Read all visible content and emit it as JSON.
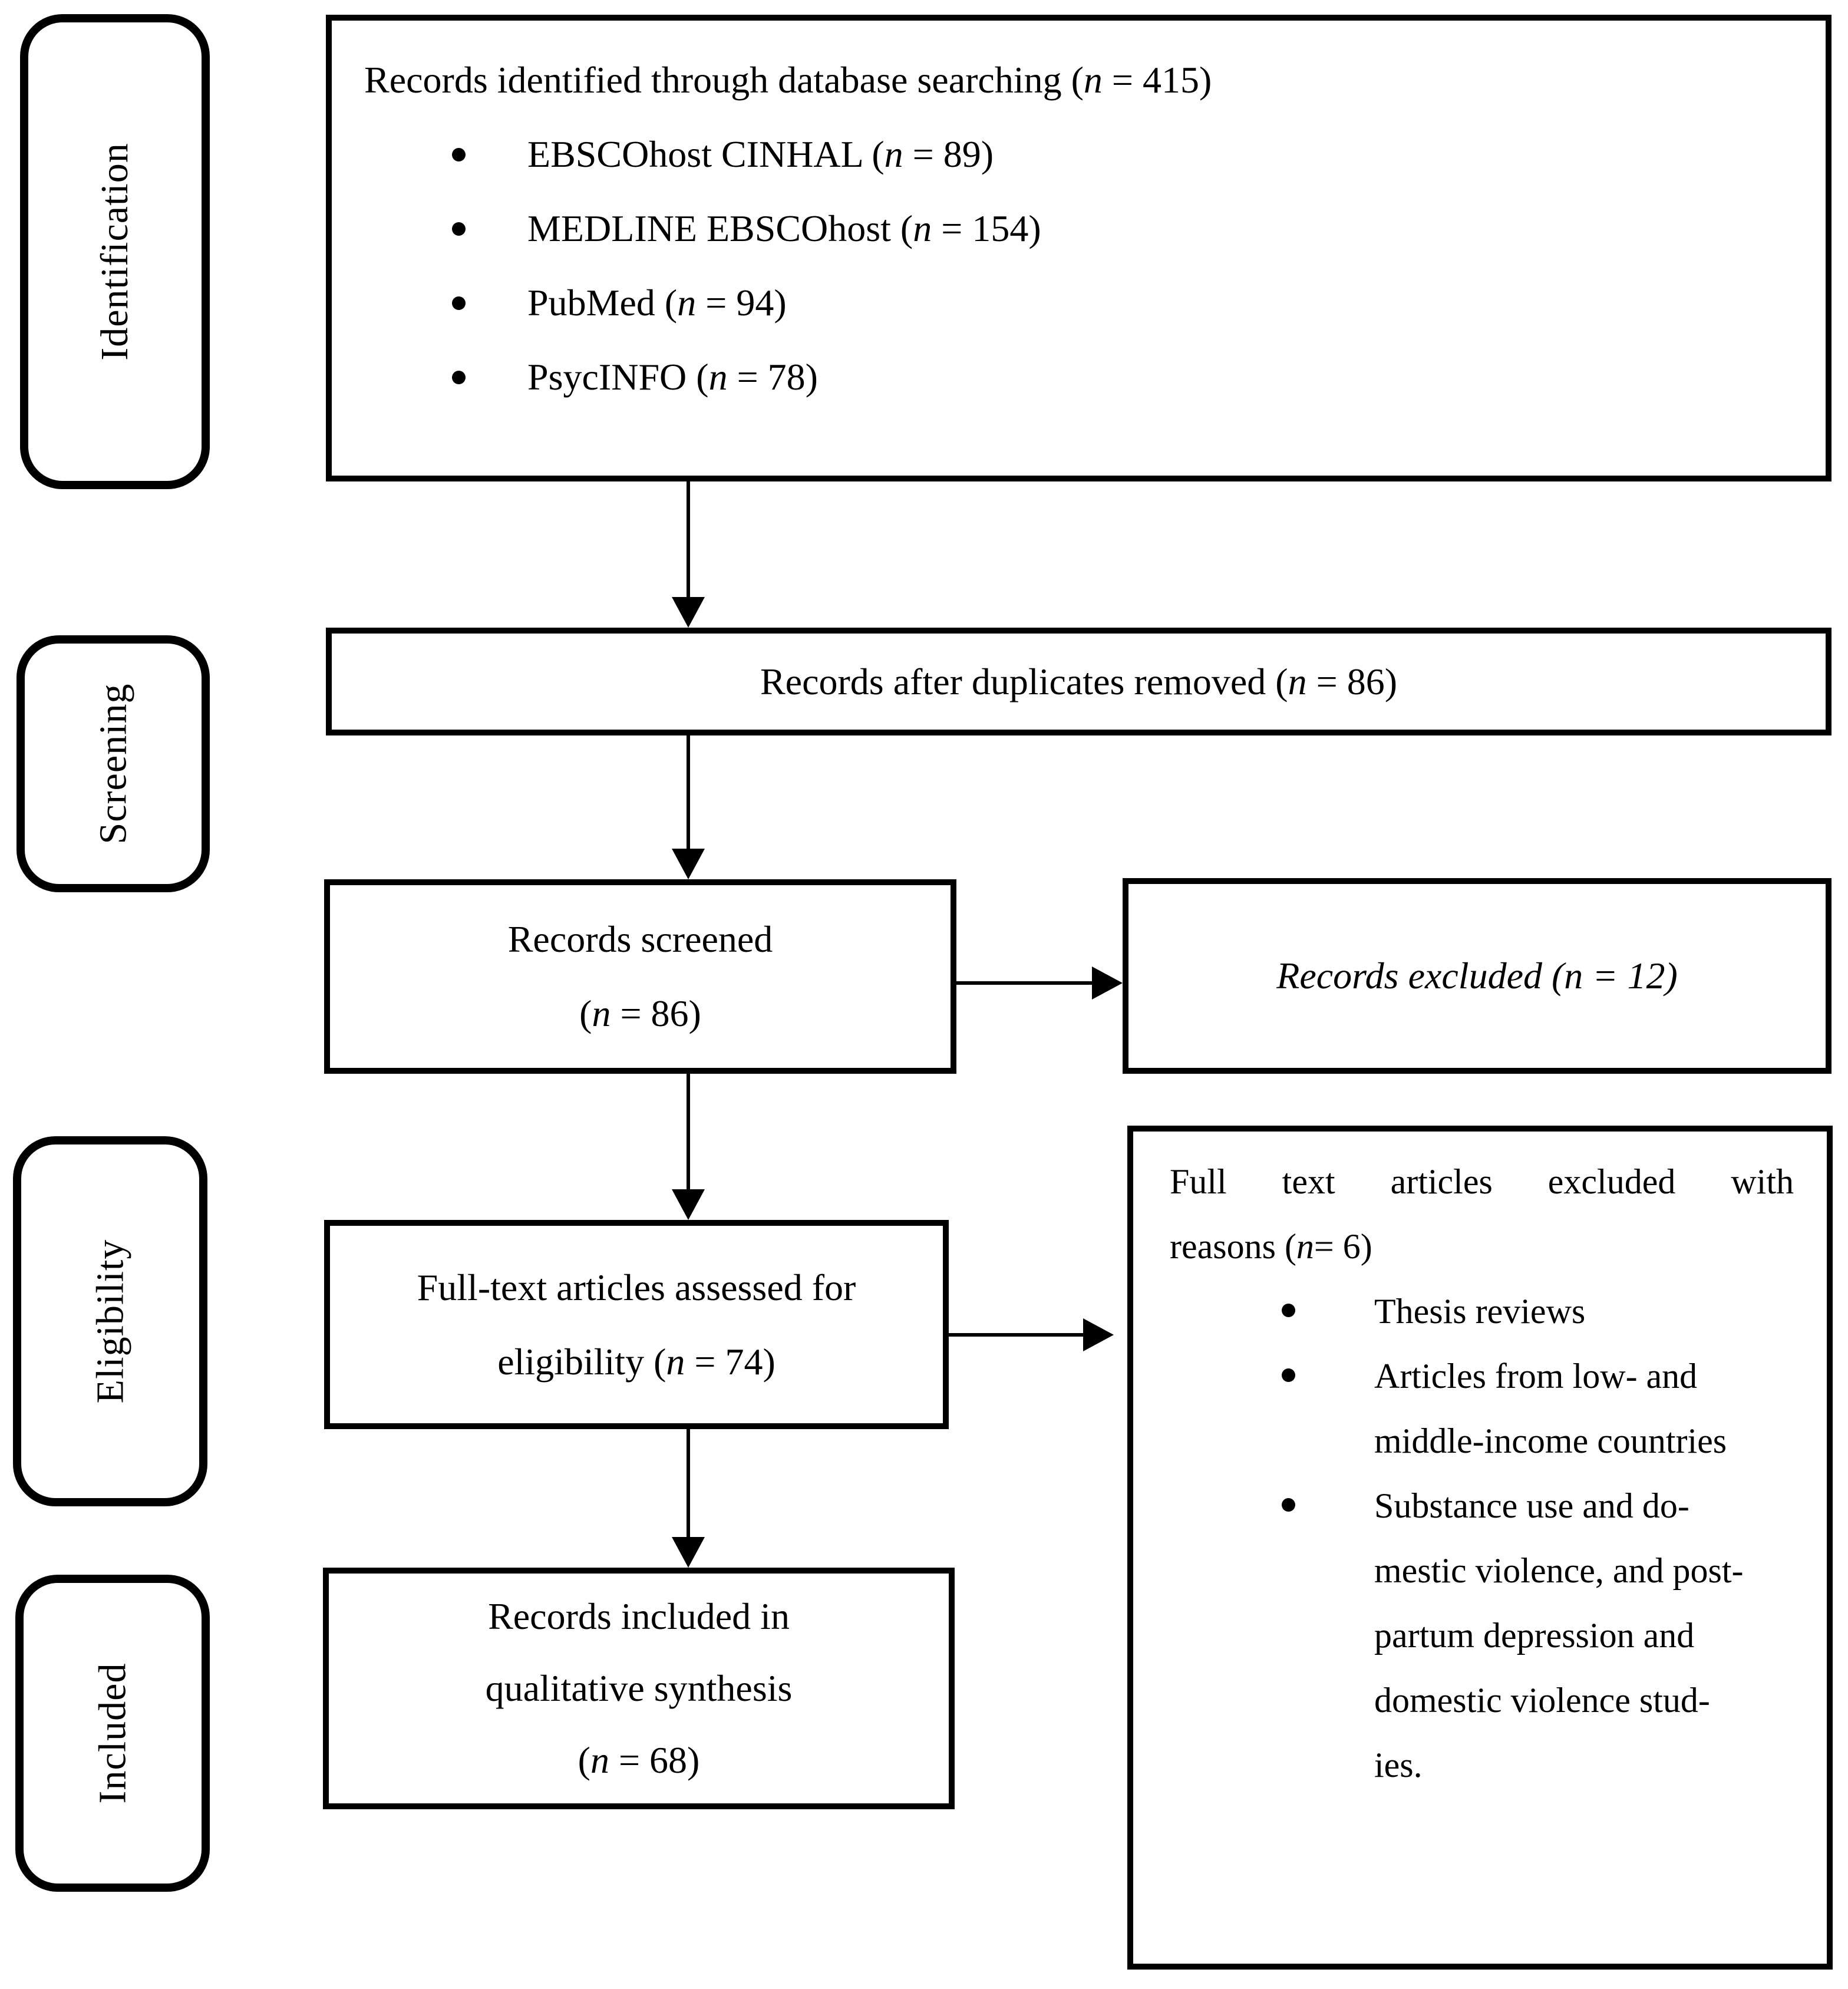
{
  "colors": {
    "line": "#000000",
    "background": "#ffffff"
  },
  "stages": [
    {
      "label": "Identification"
    },
    {
      "label": "Screening"
    },
    {
      "label": "Eligibility"
    },
    {
      "label": "Included"
    }
  ],
  "id_box": {
    "title": "Records identified through database searching (n = 415)",
    "bullets": [
      "EBSCOhost CINHAL (n = 89)",
      "MEDLINE EBSCOhost (n = 154)",
      "PubMed (n = 94)",
      "PsycINFO (n = 78)"
    ]
  },
  "duplicates_box": {
    "text": "Records after duplicates removed (n = 86)"
  },
  "screened_box": {
    "line1": "Records screened",
    "line2": "(n = 86)"
  },
  "excluded_box": {
    "text": "Records excluded (n = 12)"
  },
  "fulltext_box": {
    "line1": "Full-text articles assessed for",
    "line2": "eligibility (n = 74)"
  },
  "reasons_box": {
    "title_line1": "Full text articles excluded with",
    "title_line2": "reasons (n= 6)",
    "bullets": [
      {
        "lines": [
          "Thesis reviews"
        ]
      },
      {
        "lines": [
          "Articles from low- and",
          "middle-income countries"
        ]
      },
      {
        "lines": [
          "Substance use and do-",
          "mestic violence, and post-",
          "partum depression and",
          "domestic violence stud-",
          "ies."
        ]
      }
    ]
  },
  "included_box": {
    "line1": "Records included in",
    "line2": "qualitative synthesis",
    "line3": "(n = 68)"
  }
}
